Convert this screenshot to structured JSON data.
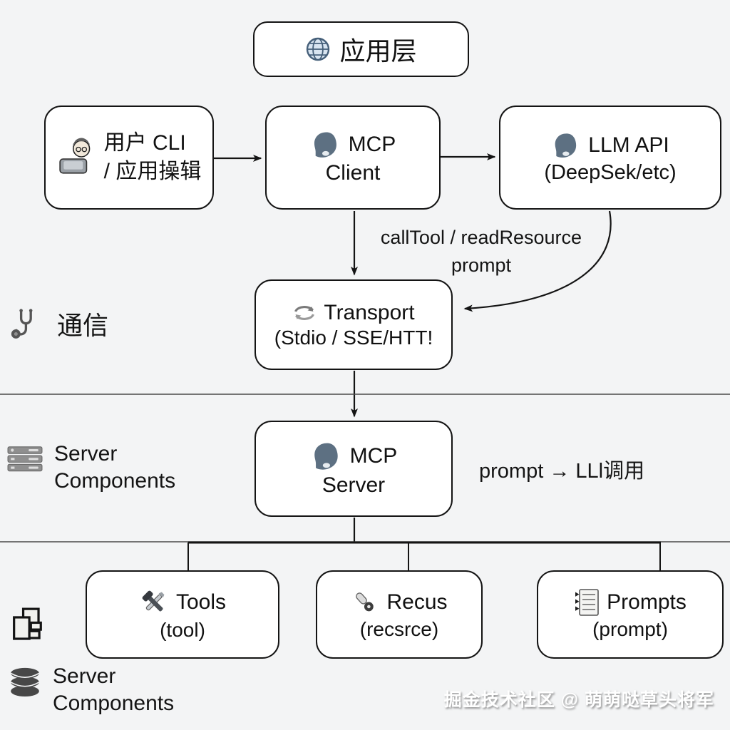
{
  "background_color": "#f3f4f5",
  "box_border_color": "#141414",
  "nodes": {
    "app_layer": {
      "icon": "globe-icon",
      "label": "应用层"
    },
    "user_cli": {
      "icon": "technologist-icon",
      "line1": "用户 CLI",
      "line2": "/ 应用操辑"
    },
    "mcp_client": {
      "icon": "head-icon",
      "line1": "MCP",
      "line2": "Client"
    },
    "llm_api": {
      "icon": "head-icon",
      "line1": "LLM API",
      "line2": "(DeepSek/etc)"
    },
    "transport": {
      "icon": "transfer-arrows-icon",
      "line1": "Transport",
      "line2": "(Stdio / SSE/HTT!"
    },
    "mcp_server": {
      "icon": "head-icon",
      "line1": "MCP",
      "line2": "Server"
    },
    "tools": {
      "icon": "hammer-wrench-icon",
      "line1": "Tools",
      "line2": "(tool)"
    },
    "resources": {
      "icon": "wrench-icon",
      "line1": "Recus",
      "line2": "(recsrce)"
    },
    "prompts": {
      "icon": "list-icon",
      "line1": "Prompts",
      "line2": "(prompt)"
    }
  },
  "edge_labels": {
    "client_to_transport_line1": "callTool / readResource",
    "client_to_transport_line2": "prompt",
    "server_prompt_flow": "prompt  → LLl调用"
  },
  "side_labels": {
    "communication": {
      "icon": "stethoscope-icon",
      "text": "通信"
    },
    "server_components_middle": {
      "icon": "server-rack-icon",
      "text": "Server Components"
    },
    "server_components_bottom": {
      "icon": "database-icon",
      "secondary_icon": "pages-icon",
      "text": "Server Components"
    }
  },
  "watermark": "掘金技术社区 @ 萌萌哒草头将军"
}
